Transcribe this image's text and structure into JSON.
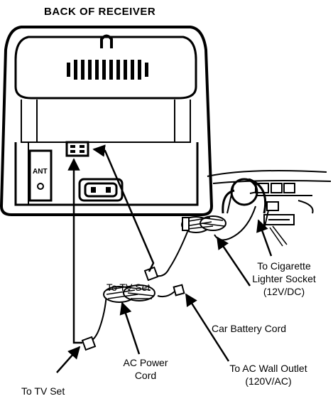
{
  "title": "BACK OF RECEIVER",
  "panel_label": "ANT",
  "labels": {
    "cig_line1": "To Cigarette",
    "cig_line2": "Lighter Socket",
    "cig_line3": "(12V/DC)",
    "tv_upper": "To TV Set",
    "car_battery": "Car Battery Cord",
    "ac_power_line1": "AC Power",
    "ac_power_line2": "Cord",
    "wall_line1": "To AC Wall Outlet",
    "wall_line2": "(120V/AC)",
    "tv_lower": "To TV Set"
  },
  "colors": {
    "ink": "#000000",
    "paper": "#ffffff"
  }
}
